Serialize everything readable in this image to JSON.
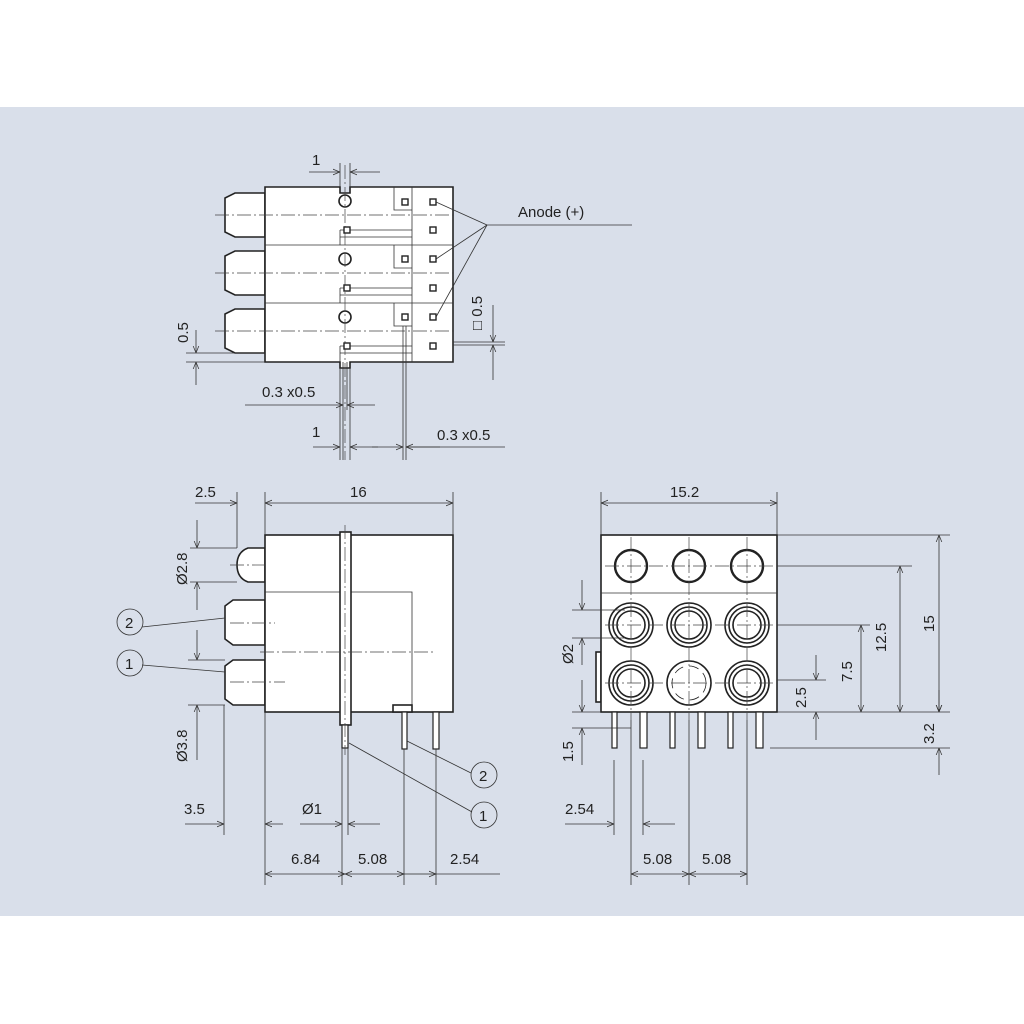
{
  "top_view": {
    "anode_label": "Anode (+)",
    "dim_notch": "1",
    "dim_pitch_left": "0.5",
    "dim_pin_left": "0.3 x0.5",
    "dim_bottom": "1",
    "dim_pin_right": "0.3 x0.5",
    "dim_square": "□ 0.5"
  },
  "side_view": {
    "dim_lens_protrusion": "2.5",
    "dim_width": "16",
    "dim_small_lens": "Ø2.8",
    "dim_large_lens": "Ø3.8",
    "dim_offset": "3.5",
    "dim_pin_diameter": "Ø1",
    "dim_pin_1": "6.84",
    "dim_pin_2": "5.08",
    "dim_pin_3": "2.54",
    "callouts": [
      "2",
      "1",
      "2",
      "1"
    ]
  },
  "front_view": {
    "dim_width": "15.2",
    "dim_height": "15",
    "dim_row3": "12.5",
    "dim_row2": "7.5",
    "dim_row1": "2.5",
    "dim_pin_length": "3.2",
    "dim_hole": "Ø2",
    "dim_standoff": "1.5",
    "dim_pin_pitch": "2.54",
    "dim_col_1": "5.08",
    "dim_col_2": "5.08"
  }
}
